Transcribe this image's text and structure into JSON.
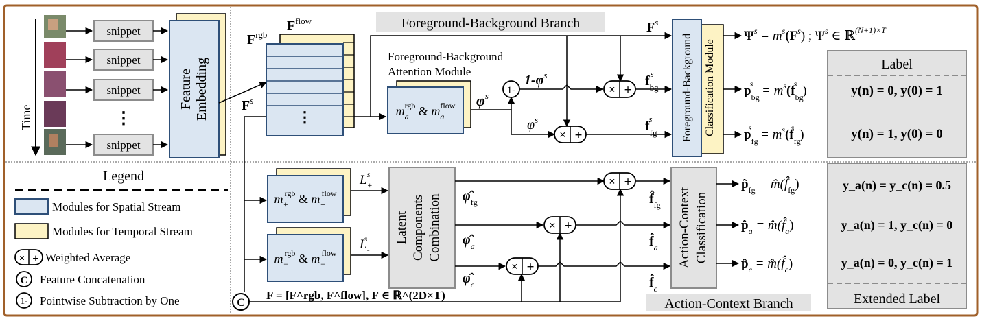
{
  "colors": {
    "frame_border": "#a0602a",
    "spatial_fill": "#dbe6f2",
    "spatial_stroke": "#2e4f78",
    "temporal_fill": "#fdf3c4",
    "gray_box_fill": "#e3e3e3",
    "gray_box_stroke": "#8c8c8c"
  },
  "time_label": "Time",
  "snippets": [
    "snippet",
    "snippet",
    "snippet",
    "snippet"
  ],
  "snippet_ellipsis": "⋮",
  "feature_embedding": [
    "Feature",
    "Embedding"
  ],
  "feature_labels": {
    "flow": "F",
    "flow_sup": "flow",
    "rgb": "F",
    "rgb_sup": "rgb",
    "fs": "F",
    "fs_sup": "s",
    "stack_ellipsis": "⋮"
  },
  "branches": {
    "fg_bg_title": "Foreground-Background Branch",
    "action_context_title": "Action-Context Branch"
  },
  "fg_bg_attention": {
    "title_line1": "Foreground-Background",
    "title_line2": "Attention Module",
    "module_text": "m_a^rgb & m_a^flow",
    "phi": "φ",
    "phi_sup": "s",
    "one_minus": "1-",
    "one_minus_phi": "1-φ",
    "one_minus_phi_sup": "s"
  },
  "fg_bg_features": {
    "Fs": "F",
    "Fs_sup": "s",
    "f_bg": "f",
    "f_bg_sub": "bg",
    "f_bg_sup": "s",
    "f_fg": "f",
    "f_fg_sub": "fg",
    "f_fg_sup": "s"
  },
  "fg_bg_classification": [
    "Foreground-Background",
    "Classification Module"
  ],
  "outputs_top": [
    {
      "main": "Ψ",
      "sup": "s",
      "rest": " = m",
      "rest_sup": "s",
      "arg": "(F",
      "arg_sup": "s",
      "close": ")",
      "tail": " ; Ψ",
      "tail_sup": "s",
      "tail_rest": " ∈ ℝ",
      "tail_pow": "(N+1)×T"
    },
    {
      "main": "p",
      "sub": "bg",
      "sup": "s",
      "rest": " = m",
      "rest_sup": "s",
      "arg": "(f",
      "arg_sub": "bg",
      "arg_sup": "s",
      "close": ")"
    },
    {
      "main": "p",
      "sub": "fg",
      "sup": "s",
      "rest": " = m",
      "rest_sup": "s",
      "arg": "(f",
      "arg_sub": "fg",
      "arg_sup": "s",
      "close": ")"
    }
  ],
  "label_table": {
    "header": "Label",
    "rows": [
      "y(n) = 0, y(0) = 1",
      "y(n) = 1, y(0) = 0"
    ],
    "ext_rows": [
      "y_a(n) = y_c(n) = 0.5",
      "y_a(n) = 1, y_c(n) = 0",
      "y_a(n) = 0, y_c(n) = 1"
    ],
    "footer": "Extended Label"
  },
  "legend": {
    "title": "Legend",
    "items": [
      {
        "icon": "spatial-box",
        "text": "Modules for Spatial Stream"
      },
      {
        "icon": "temporal-box",
        "text": "Modules for Temporal Stream"
      },
      {
        "icon": "weighted-average-icon",
        "text": "Weighted Average"
      },
      {
        "icon": "concat-icon",
        "text": "Feature Concatenation"
      },
      {
        "icon": "one-minus-icon",
        "text": "Pointwise Subtraction by One"
      }
    ],
    "concat_symbol": "C",
    "one_minus_symbol": "1-",
    "times": "×",
    "plus": "+"
  },
  "action_context": {
    "m_plus": "m_+^rgb & m_+^flow",
    "m_minus": "m_-^rgb & m_-^flow",
    "L_plus": "L",
    "L_plus_sub": "+",
    "L_plus_sup": "s",
    "L_minus": "L",
    "L_minus_sub": "-",
    "L_minus_sup": "s",
    "latent": [
      "Latent",
      "Components",
      "Combination"
    ],
    "phi_fg": "φ̂",
    "phi_fg_sub": "fg",
    "phi_a": "φ̂",
    "phi_a_sub": "a",
    "phi_c": "φ̂",
    "phi_c_sub": "c",
    "f_fg": "f̂",
    "f_fg_sub": "fg",
    "f_a": "f̂",
    "f_a_sub": "a",
    "f_c": "f̂",
    "f_c_sub": "c",
    "classification": [
      "Action-Context",
      "Classification"
    ],
    "outputs": [
      {
        "lhs": "p̂",
        "sub": "fg",
        "rhs": " = m̂(f̂",
        "close": ")"
      },
      {
        "lhs": "p̂",
        "sub": "a",
        "rhs": " = m̂(f̂",
        "close": ")"
      },
      {
        "lhs": "p̂",
        "sub": "c",
        "rhs": " = m̂(f̂",
        "close": ")"
      }
    ],
    "concat_formula": "F = [F^rgb, F^flow], F ∈ ℝ^(2D×T)",
    "concat_symbol": "C"
  }
}
